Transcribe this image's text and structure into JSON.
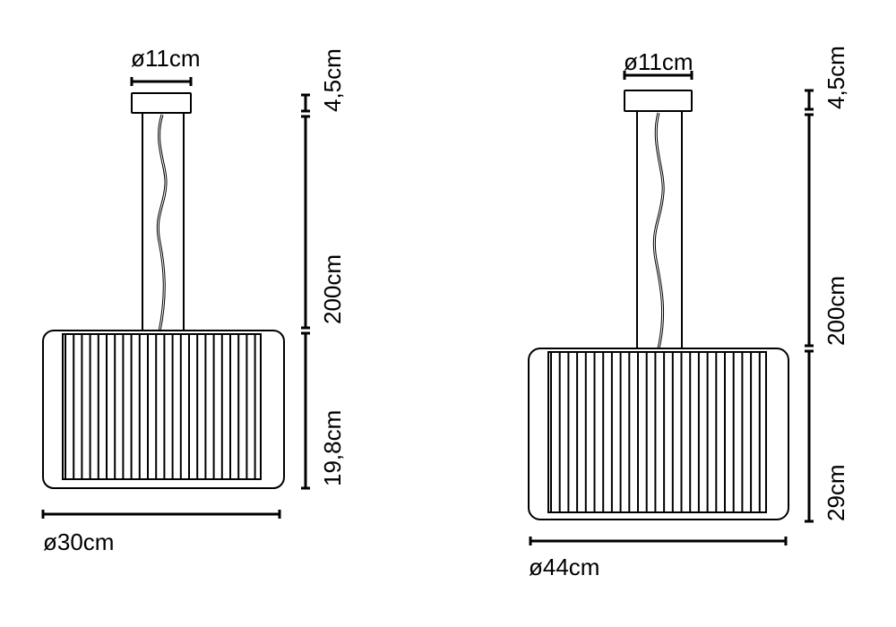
{
  "lamps": [
    {
      "canopy_diameter": "ø11cm",
      "canopy_height": "4,5cm",
      "cable_length": "200cm",
      "shade_height": "19,8cm",
      "shade_diameter": "ø30cm"
    },
    {
      "canopy_diameter": "ø11cm",
      "canopy_height": "4,5cm",
      "cable_length": "200cm",
      "shade_height": "29cm",
      "shade_diameter": "ø44cm"
    }
  ],
  "colors": {
    "line": "#000000",
    "background": "#ffffff"
  }
}
